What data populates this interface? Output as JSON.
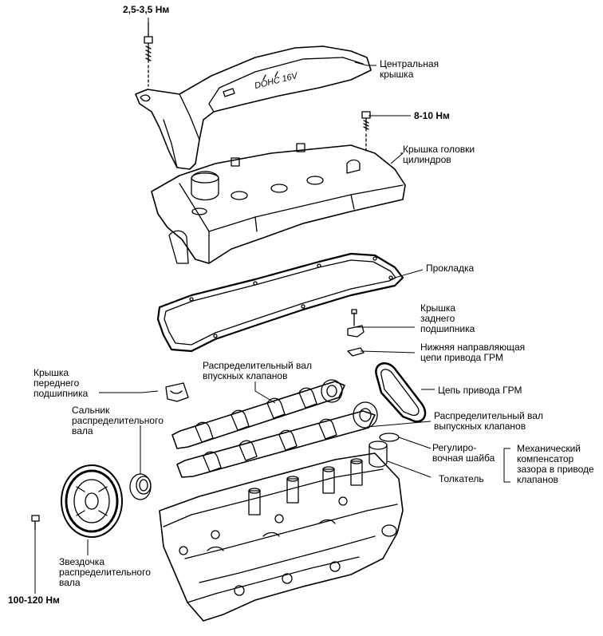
{
  "labels": {
    "torque_top": "2,5-3,5 Нм",
    "central_cover": "Центральная\nкрышка",
    "torque_mid": "8-10 Нм",
    "head_cover": "Крышка головки\nцилиндров",
    "gasket": "Прокладка",
    "rear_bearing_cap": "Крышка\nзаднего\nподшипника",
    "lower_guide": "Нижняя направляющая\nцепи привода ГРМ",
    "intake_camshaft": "Распределительный вал\nвпускных клапанов",
    "front_bearing_cap": "Крышка\nпереднего\nподшипника",
    "timing_chain": "Цепь привода ГРМ",
    "camshaft_seal": "Сальник\nраспределительного\nвала",
    "exhaust_camshaft": "Распределительный вал\nвыпускных клапанов",
    "shim": "Регулиро-\nвочная шайба",
    "hydraulic_adjuster": "Механический\nкомпенсатор\nзазора в приводе\nклапанов",
    "tappet": "Толкатель",
    "sprocket": "Звездочка\nраспределительного\nвала",
    "torque_bottom": "100-120 Нм"
  },
  "cover_text": "DOHC 16V"
}
